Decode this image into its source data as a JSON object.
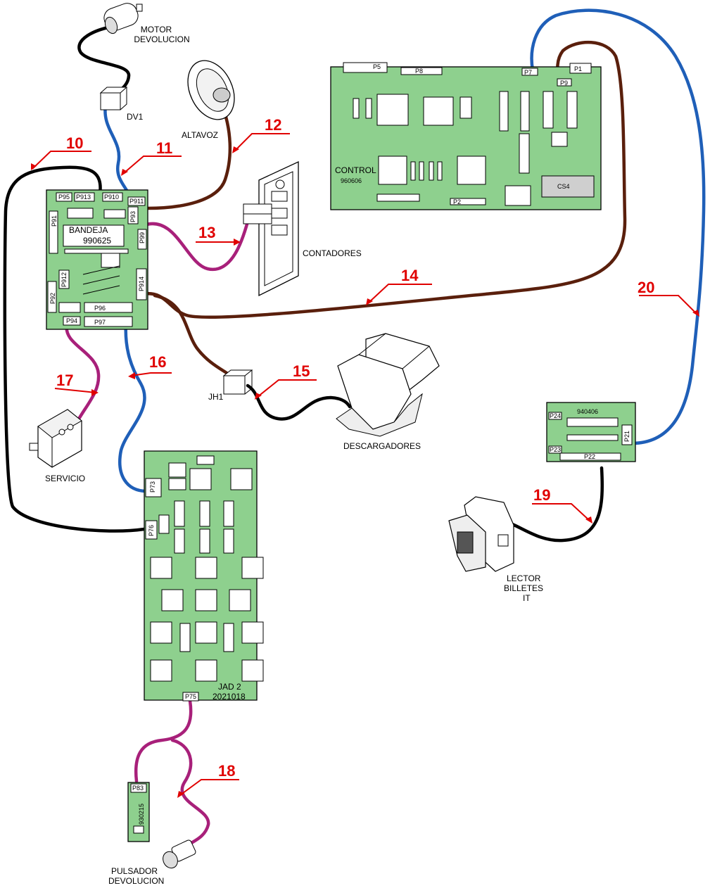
{
  "colors": {
    "pcb": "#8ed08e",
    "wire_black": "#000000",
    "wire_blue": "#1f5fb8",
    "wire_brown": "#5a1f0c",
    "wire_magenta": "#a8207a",
    "callout_red": "#e00000"
  },
  "components": {
    "motor_line1": "MOTOR",
    "motor_line2": "DEVOLUCION",
    "dv1": "DV1",
    "altavoz": "ALTAVOZ",
    "contadores": "CONTADORES",
    "jh1": "JH1",
    "descargadores": "DESCARGADORES",
    "servicio": "SERVICIO",
    "lector_line1": "LECTOR",
    "lector_line2": "BILLETES",
    "lector_line3": "IT",
    "pulsador_line1": "PULSADOR",
    "pulsador_line2": "DEVOLUCION"
  },
  "boards": {
    "bandeja": {
      "name": "BANDEJA",
      "code": "990625",
      "connectors": [
        "P95",
        "P913",
        "P910",
        "P911",
        "P93",
        "P91",
        "P99",
        "P912",
        "P914",
        "P92",
        "P96",
        "P94",
        "P97"
      ]
    },
    "control": {
      "name": "CONTROL",
      "code": "960606",
      "connectors": [
        "P5",
        "P8",
        "P7",
        "P1",
        "P9",
        "CS4",
        "P2"
      ]
    },
    "jad": {
      "name": "JAD 2",
      "code": "2021018",
      "connectors": [
        "P73",
        "P76",
        "P75"
      ]
    },
    "billetes": {
      "code": "940406",
      "connectors": [
        "P24",
        "P21",
        "P23",
        "P22"
      ]
    },
    "pulsador_board": {
      "code": "930215",
      "connectors": [
        "P83"
      ]
    }
  },
  "callouts": [
    "10",
    "11",
    "12",
    "13",
    "14",
    "15",
    "16",
    "17",
    "18",
    "19",
    "20"
  ]
}
